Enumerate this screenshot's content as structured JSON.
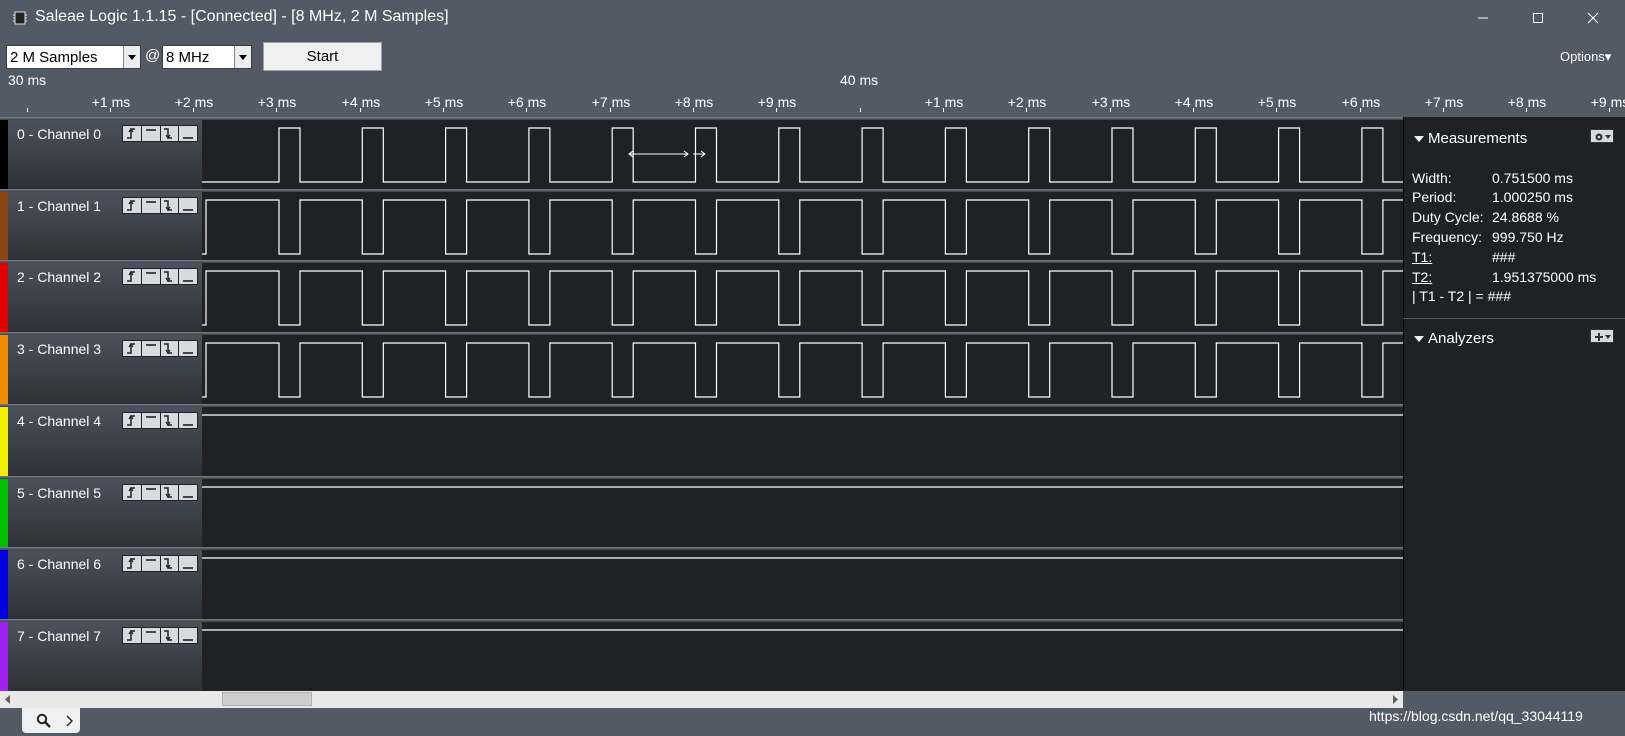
{
  "window": {
    "title": "Saleae Logic 1.1.15 - [Connected] - [8 MHz, 2 M Samples]",
    "icon": "chip-icon",
    "controls": [
      "minimize-icon",
      "maximize-icon",
      "close-icon"
    ]
  },
  "toolbar": {
    "samples_value": "2 M Samples",
    "at_sign": "@",
    "rate_value": "8 MHz",
    "start_label": "Start",
    "options_label": "Options▾"
  },
  "ruler": {
    "major_left": "30 ms",
    "major_mid": "40 ms",
    "ticks": [
      "+1 ms",
      "+2 ms",
      "+3 ms",
      "+4 ms",
      "+5 ms",
      "+6 ms",
      "+7 ms",
      "+8 ms",
      "+9 ms",
      "+1 ms",
      "+2 ms",
      "+3 ms",
      "+4 ms",
      "+5 ms",
      "+6 ms",
      "+7 ms",
      "+8 ms",
      "+9 ms"
    ]
  },
  "channels": [
    {
      "name": "0 - Channel 0",
      "color": "#000000",
      "signal": "pulse_high"
    },
    {
      "name": "1 - Channel 1",
      "color": "#8b4513",
      "signal": "pulse_low"
    },
    {
      "name": "2 - Channel 2",
      "color": "#e00000",
      "signal": "pulse_low"
    },
    {
      "name": "3 - Channel 3",
      "color": "#f08c00",
      "signal": "pulse_low"
    },
    {
      "name": "4 - Channel 4",
      "color": "#f0f000",
      "signal": "flat_high"
    },
    {
      "name": "5 - Channel 5",
      "color": "#00c000",
      "signal": "flat_high"
    },
    {
      "name": "6 - Channel 6",
      "color": "#0000e0",
      "signal": "flat_high"
    },
    {
      "name": "7 - Channel 7",
      "color": "#a020f0",
      "signal": "flat_high"
    }
  ],
  "trigger_icons": [
    "rising-edge-trigger-icon",
    "high-level-trigger-icon",
    "falling-edge-trigger-icon",
    "low-level-trigger-icon"
  ],
  "measurements": {
    "header": "Measurements",
    "rows": [
      {
        "label": "Width:",
        "value": "0.751500 ms"
      },
      {
        "label": "Period:",
        "value": "1.000250 ms"
      },
      {
        "label": "Duty Cycle:",
        "value": "24.8688 %"
      },
      {
        "label": "Frequency:",
        "value": "999.750 Hz"
      },
      {
        "label": "T1:",
        "value": "###"
      },
      {
        "label": "T2:",
        "value": "1.951375000 ms"
      },
      {
        "label": "| T1 - T2 | = ###",
        "value": ""
      }
    ]
  },
  "analyzers": {
    "header": "Analyzers"
  },
  "watermark": "https://blog.csdn.net/qq_33044119"
}
